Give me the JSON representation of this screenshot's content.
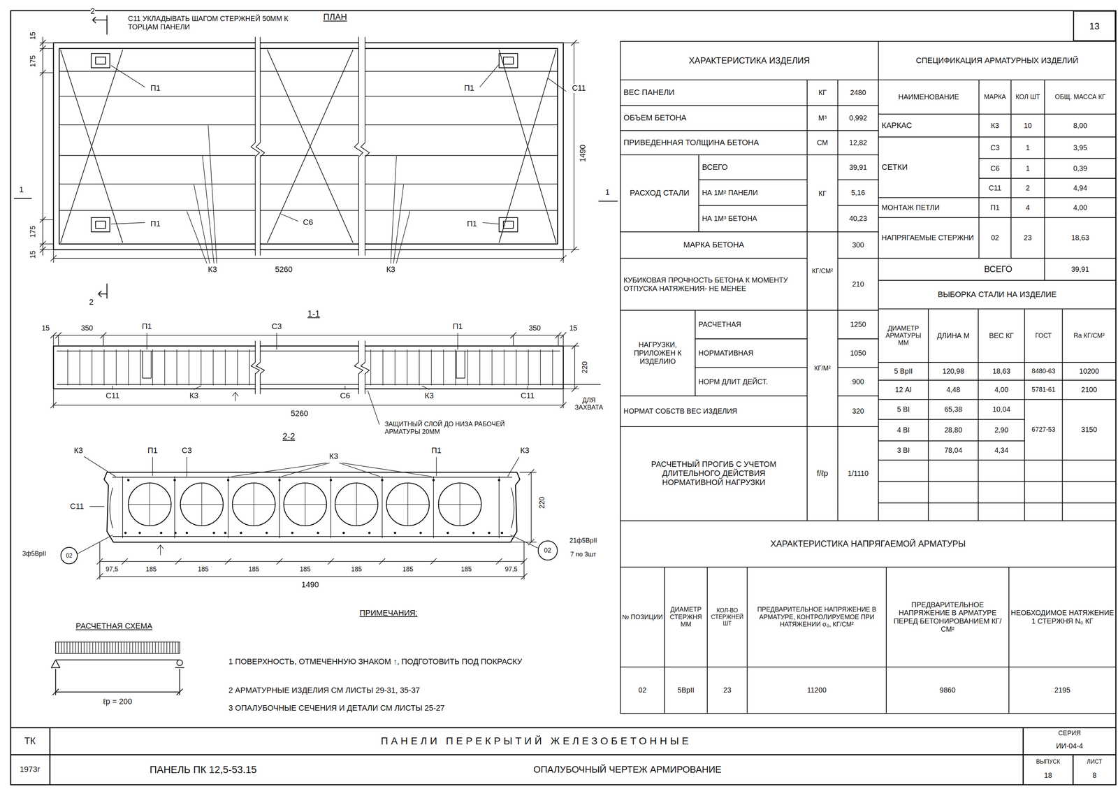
{
  "diagram": {
    "title": "ПАНЕЛИ ПЕРЕКРЫТИЙ ЖЕЛЕЗОБЕТОННЫЕ",
    "nodes": [
      {
        "text": [
          "13"
        ]
      },
      {
        "text": [
          "02"
        ]
      },
      {
        "text": [
          "02"
        ]
      }
    ],
    "labels": [
      "С11 УКЛАДЫВАТЬ ШАГОМ СТЕРЖНЕЙ 50ММ К ТОРЦАМ ПАНЕЛИ",
      "2",
      "ПЛАН",
      "175",
      "15",
      "175",
      "15",
      "1",
      "П1",
      "П1",
      "С11",
      "С6",
      "К3",
      "5260",
      "П1",
      "П1",
      "К3",
      "1490",
      "1",
      "2",
      "1-1",
      "15",
      "350",
      "П1",
      "С3",
      "П1",
      "350",
      "15",
      "220",
      "С11",
      "К3",
      "С6",
      "К3",
      "С11",
      "5260",
      "ДЛЯ ЗАХВАТА",
      "ЗАЩИТНЫЙ СЛОЙ ДО НИЗА РАБОЧЕЙ АРМАТУРЫ 20ММ",
      "2-2",
      "К3",
      "П1",
      "С3",
      "К3",
      "П1",
      "К3",
      "С11",
      "220",
      "3ф5ВрII",
      "21ф5ВрII",
      "7 по 3шт",
      "97,5",
      "185",
      "185",
      "185",
      "185",
      "185",
      "185",
      "185",
      "97,5",
      "1490",
      "РАСЧЕТНАЯ СХЕМА",
      "ℓр = 200",
      "ПРИМЕЧАНИЯ:",
      "1 ПОВЕРХНОСТЬ, ОТМЕЧЕННУЮ ЗНАКОМ ↑, ПОДГОТОВИТЬ ПОД ПОКРАСКУ",
      "2 АРМАТУРНЫЕ ИЗДЕЛИЯ СМ ЛИСТЫ 29-31, 35-37",
      "3 ОПАЛУБОЧНЫЕ СЕЧЕНИЯ И ДЕТАЛИ СМ ЛИСТЫ 25-27",
      "ТК",
      "1973г",
      "ПАНЕЛЬ ПК 12,5-53.15",
      "ОПАЛУБОЧНЫЙ ЧЕРТЕЖ АРМИРОВАНИЕ",
      "СЕРИЯ",
      "ИИ-04-4",
      "ВЫПУСК",
      "18",
      "ЛИСТ",
      "8",
      "ХАРАКТЕРИСТИКА ИЗДЕЛИЯ",
      "ВЕС ПАНЕЛИ",
      "КГ",
      "2480",
      "ОБЪЕМ БЕТОНА",
      "М³",
      "0,992",
      "ПРИВЕДЕННАЯ ТОЛЩИНА БЕТОНА",
      "СМ",
      "12,82",
      "РАСХОД СТАЛИ",
      "ВСЕГО",
      "НА 1М² ПАНЕЛИ",
      "НА 1М³ БЕТОНА",
      "КГ",
      "39,91",
      "5,16",
      "40,23",
      "МАРКА БЕТОНА",
      "300",
      "КУБИКОВАЯ ПРОЧНОСТЬ БЕТОНА К МОМЕНТУ ОТПУСКА НАТЯЖЕНИЯ- НЕ МЕНЕЕ",
      "КГ/СМ²",
      "210",
      "НАГРУЗКИ, ПРИЛОЖЕН К ИЗДЕЛИЮ",
      "РАСЧЕТНАЯ",
      "НОРМАТИВНАЯ",
      "НОРМ ДЛИТ ДЕЙСТ.",
      "КГ/М²",
      "1250",
      "1050",
      "900",
      "НОРМАТ СОБСТВ ВЕС ИЗДЕЛИЯ",
      "320",
      "РАСЧЕТНЫЙ ПРОГИБ С УЧЕТОМ ДЛИТЕЛЬНОГО ДЕЙСТВИЯ НОРМАТИВНОЙ НАГРУЗКИ",
      "f/ℓр",
      "1/1110",
      "СПЕЦИФИКАЦИЯ АРМАТУРНЫХ ИЗДЕЛИЙ",
      "НАИМЕНОВАНИЕ",
      "МАРКА",
      "КОЛ ШТ",
      "ОБЩ. МАССА КГ",
      "КАРКАС",
      "К3",
      "10",
      "8,00",
      "СЕТКИ",
      "С3",
      "1",
      "3,95",
      "С6",
      "1",
      "0,39",
      "С11",
      "2",
      "4,94",
      "МОНТАЖ ПЕТЛИ",
      "П1",
      "4",
      "4,00",
      "НАПРЯГАЕМЫЕ СТЕРЖНИ",
      "02",
      "23",
      "18,63",
      "ВСЕГО",
      "39,91",
      "ВЫБОРКА СТАЛИ НА ИЗДЕЛИЕ",
      "ДИАМЕТР АРМАТУРЫ ММ",
      "ДЛИНА М",
      "ВЕС КГ",
      "ГОСТ",
      "Ra КГ/СМ²",
      "5 ВрII",
      "120,98",
      "18,63",
      "8480-63",
      "10200",
      "12 АI",
      "4,48",
      "4,00",
      "5781-61",
      "2100",
      "5 ВI",
      "65,38",
      "10,04",
      "4 ВI",
      "28,80",
      "2,90",
      "3 ВI",
      "78,04",
      "4,34",
      "6727-53",
      "3150",
      "ХАРАКТЕРИСТИКА НАПРЯГАЕМОЙ АРМАТУРЫ",
      "№ ПОЗИЦИИ",
      "ДИАМЕТР СТЕРЖНЯ ММ",
      "КОЛ-ВО СТЕРЖНЕЙ ШТ",
      "ПРЕДВАРИТЕЛЬНОЕ НАПРЯЖЕНИЕ В АРМАТУРЕ, КОНТРОЛИРУЕМОЕ ПРИ НАТЯЖЕНИИ σ₀, КГ/СМ²",
      "ПРЕДВАРИТЕЛЬНОЕ НАПРЯЖЕНИЕ В АРМАТУРЕ ПЕРЕД БЕТОНИРОВАНИЕМ КГ/СМ²",
      "НЕОБХОДИМОЕ НАТЯЖЕНИЕ 1 СТЕРЖНЯ N₀ КГ",
      "02",
      "5ВрII",
      "23",
      "11200",
      "9860",
      "2195"
    ]
  }
}
